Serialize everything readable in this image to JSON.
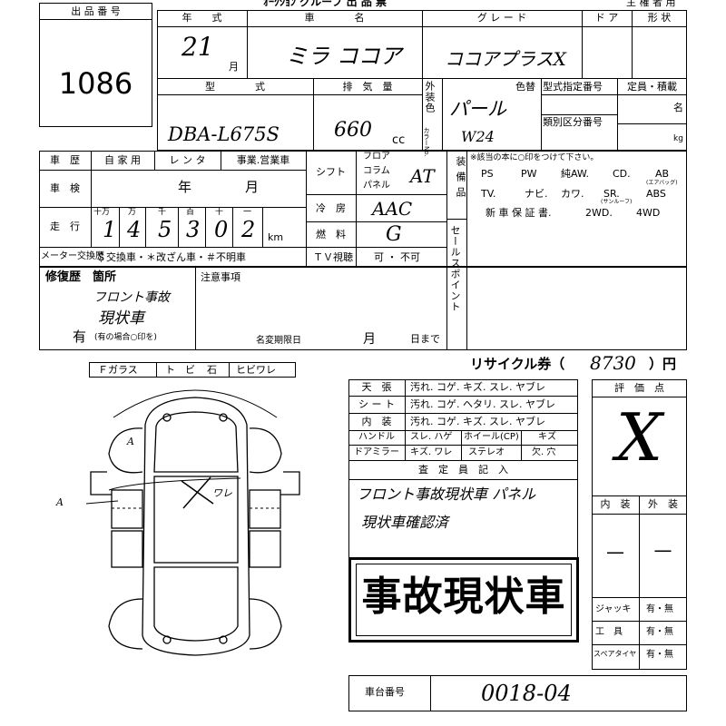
{
  "header": {
    "top_title": "ｵｰｸｼｮﾝ グループ 出 品 票",
    "owner_label": "主 権 者 用"
  },
  "lot": {
    "label": "出 品 番 号",
    "number": "1086"
  },
  "vehicle": {
    "year_label": "年　　式",
    "year_value": "21",
    "month_suffix": "月",
    "name_label": "車　　　　名",
    "name_value": "ミラ ココア",
    "grade_label": "グ レ ー ド",
    "grade_value": "ココアプラスX",
    "door_label": "ド ア",
    "body_label": "形 状",
    "model_label": "型　　　　式",
    "model_value": "DBA-L675S",
    "disp_label": "排　気　量",
    "disp_value": "660",
    "disp_unit": "cc",
    "color_side": "外装色",
    "color_kana": "カラーNo.",
    "color_label": "色替",
    "color_value": "パール",
    "color_code": "W24",
    "type_label": "型式指定番号",
    "class_label": "類別区分番号",
    "capacity_label": "定員・積載",
    "person_unit": "名",
    "kg_unit": "kg"
  },
  "history": {
    "label": "車　歴",
    "opt1": "自 家 用",
    "opt2": "レ ン タ",
    "opt3": "事業.営業車",
    "inspection_label": "車　検",
    "year_char": "年",
    "month_char": "月",
    "mileage_label": "走　行",
    "digit_labels": [
      "十万",
      "万",
      "千",
      "百",
      "十",
      "一"
    ],
    "mileage_digits": [
      "1",
      "4",
      "5",
      "3",
      "0",
      "2"
    ],
    "mileage_unit": "km",
    "meter_label": "メーター交換歴",
    "meter_opts": "＄交換車・＊改ざん車・＃不明車"
  },
  "shift": {
    "label": "シフト",
    "opt_floor": "フロア",
    "opt_column": "コラム",
    "opt_panel": "パネル",
    "value": "AT"
  },
  "ac": {
    "label": "冷　房",
    "value": "AAC"
  },
  "fuel": {
    "label": "燃　料",
    "value": "G"
  },
  "tv": {
    "label": "ＴＶ視聴",
    "value": "可 ・ 不可"
  },
  "equipment": {
    "side_label": "装備品",
    "note": "※該当の本に○印をつけて下さい。",
    "row1": [
      "PS",
      "PW",
      "純AW.",
      "CD.",
      "AB"
    ],
    "ab_note": "(エアバッグ)",
    "row2": [
      "TV.",
      "ナビ.",
      "カワ.",
      "SR.",
      "ABS"
    ],
    "sr_note": "(サンルーフ)",
    "row3": [
      "新 車 保 証 書.",
      "2WD.",
      "4WD"
    ]
  },
  "sales_point": {
    "label": "セールスポイント"
  },
  "repair": {
    "label": "修復歴　箇所",
    "handwritten1": "フロント事故",
    "handwritten2": "現状車",
    "mark": "有",
    "note": "(有の場合○印を)"
  },
  "notes": {
    "label": "注意事項",
    "deadline_label": "名変期限日",
    "month": "月",
    "day": "日まで"
  },
  "glass": {
    "label": "Ｆガラス",
    "opts": [
      "ト",
      "ビ",
      "石",
      "ヒビワレ"
    ]
  },
  "recycle": {
    "label": "リサイクル券（",
    "value": "8730",
    "suffix": "）円"
  },
  "condition_rows": [
    {
      "label": "天　張",
      "opts": "汚れ. コゲ. キズ. スレ. ヤブレ"
    },
    {
      "label": "シ ー ト",
      "opts": "汚れ. コゲ. ヘタリ. スレ. ヤブレ"
    },
    {
      "label": "内　装",
      "opts": "汚れ. コゲ. キズ. スレ. ヤブレ"
    }
  ],
  "handle": {
    "label": "ハンドル",
    "opt": "スレ. ハゲ",
    "wheel_label": "ホイール(CP)",
    "wheel_opt": "キズ"
  },
  "mirror": {
    "label": "ドアミラー",
    "opt": "キズ. ワレ",
    "stereo_label": "ステレオ",
    "stereo_opt": "欠. 穴"
  },
  "inspector": {
    "label": "査　定　員　記　入",
    "line1": "フロント事故現状車 パネル",
    "line2": "現状車確認済"
  },
  "stamp": {
    "text": "事故現状車"
  },
  "grade": {
    "label": "評　価　点",
    "value": "X",
    "interior_label": "内　装",
    "exterior_label": "外　装",
    "interior_value": "—",
    "exterior_value": "—"
  },
  "tools": {
    "jack": "ジャッキ",
    "tools": "工　具",
    "spare": "スペアタイヤ",
    "opt": "有・無"
  },
  "chassis": {
    "label": "車台番号",
    "value": "0018-04"
  },
  "diagram": {
    "mark1": "A",
    "mark2": "A",
    "mark3": "ワレ"
  }
}
